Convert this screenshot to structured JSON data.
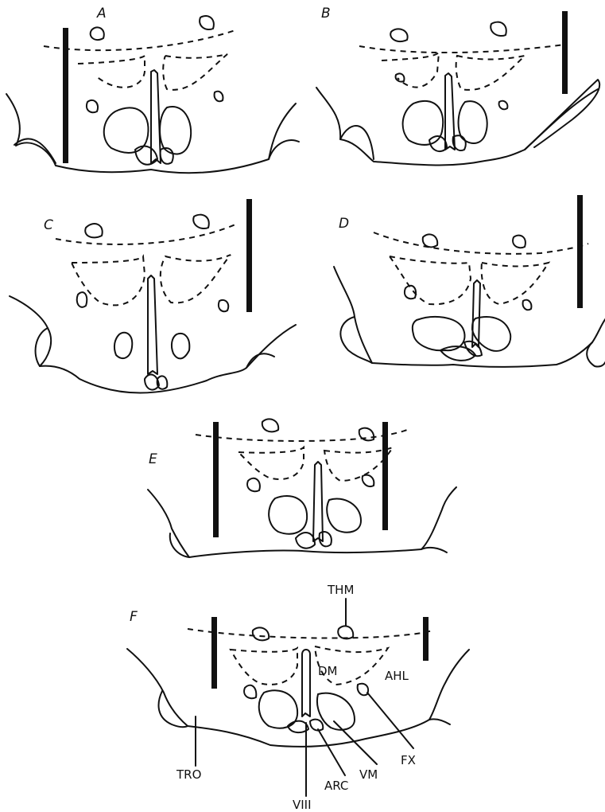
{
  "panels": [
    {
      "label": "A"
    },
    {
      "label": "B"
    },
    {
      "label": "C"
    },
    {
      "label": "D"
    },
    {
      "label": "E"
    },
    {
      "label": "F"
    }
  ],
  "annotations": {
    "thm": "THM",
    "dm": "DM",
    "ahl": "AHL",
    "fx": "FX",
    "vm": "VM",
    "arc": "ARC",
    "viii": "VIII",
    "tro": "TRO"
  },
  "colors": {
    "ink": "#111111",
    "background": "#ffffff"
  }
}
